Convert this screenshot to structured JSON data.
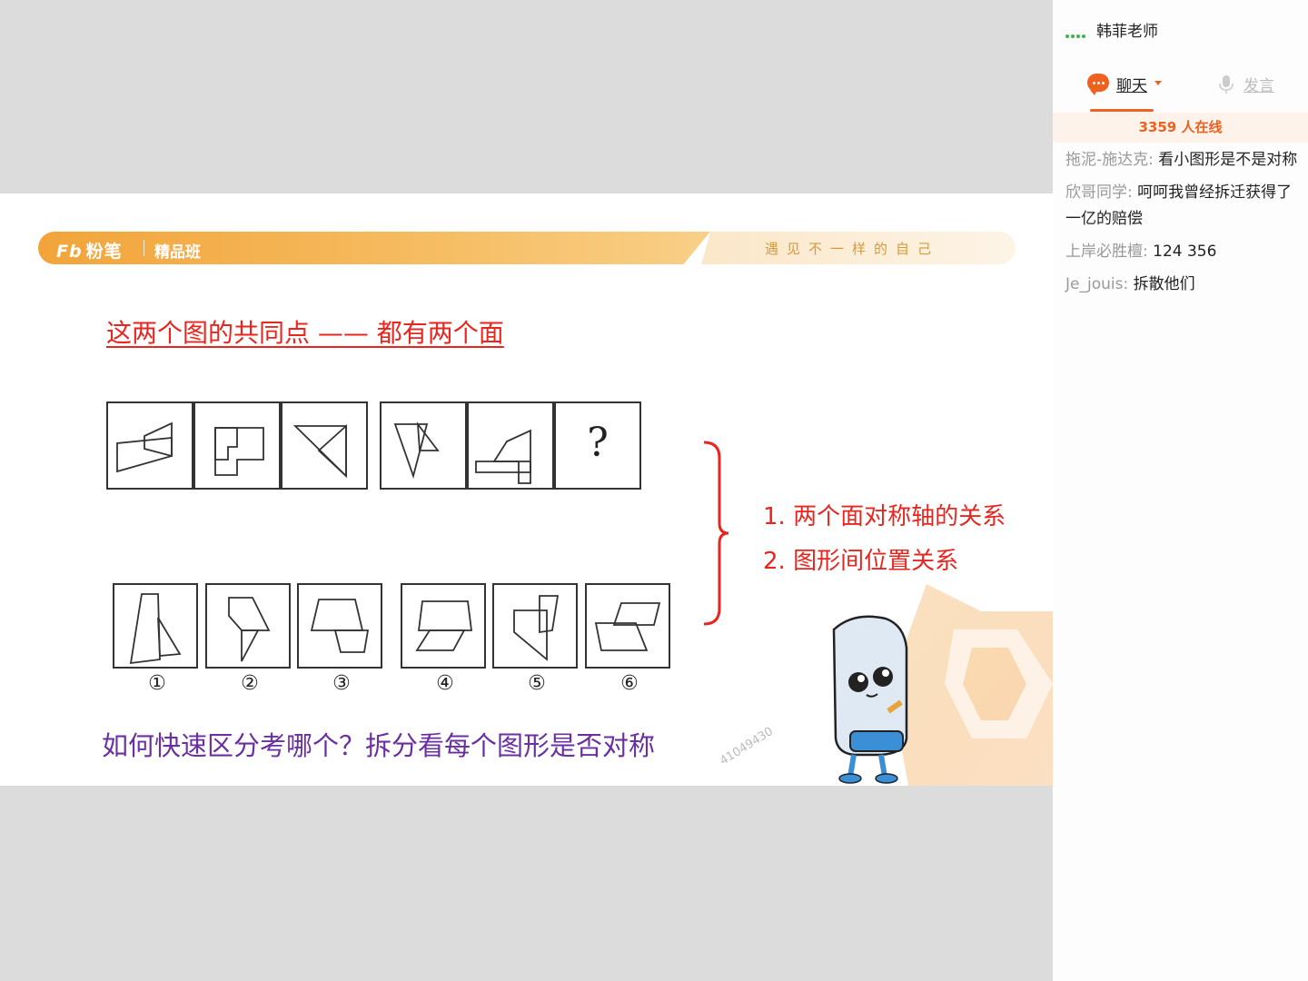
{
  "slide": {
    "brand": {
      "logo_mark": "Fb",
      "logo_text": "粉笔",
      "class_name": "精品班",
      "slogan": "遇见不一样的自己"
    },
    "title": "这两个图的共同点 —— 都有两个面",
    "question_mark": "?",
    "options": [
      "①",
      "②",
      "③",
      "④",
      "⑤",
      "⑥"
    ],
    "points": [
      "1. 两个面对称轴的关系",
      "2. 图形间位置关系"
    ],
    "bottom_question": "如何快速区分考哪个？拆分看每个图形是否对称",
    "watermark": "41049430",
    "colors": {
      "title": "#e8261f",
      "points": "#e8261f",
      "question": "#6a2fa0",
      "banner": "#f2a43a"
    }
  },
  "chat": {
    "teacher": "韩菲老师",
    "tabs": {
      "chat": "聊天",
      "speak": "发言"
    },
    "online_count": "3359",
    "online_suffix": "人在线",
    "messages": [
      {
        "user": "拖泥-施达克:",
        "text": " 看小图形是不是对称"
      },
      {
        "user": "欣哥同学:",
        "text": " 呵呵我曾经拆迁获得了一亿的赔偿"
      },
      {
        "user": "上岸必胜檀:",
        "text": " 124 356"
      },
      {
        "user": "Je_jouis:",
        "text": " 拆散他们"
      }
    ],
    "icons": [
      "live-signal-icon",
      "chat-bubble-icon",
      "caret-down-icon",
      "microphone-icon"
    ],
    "accent": "#f0601e"
  }
}
